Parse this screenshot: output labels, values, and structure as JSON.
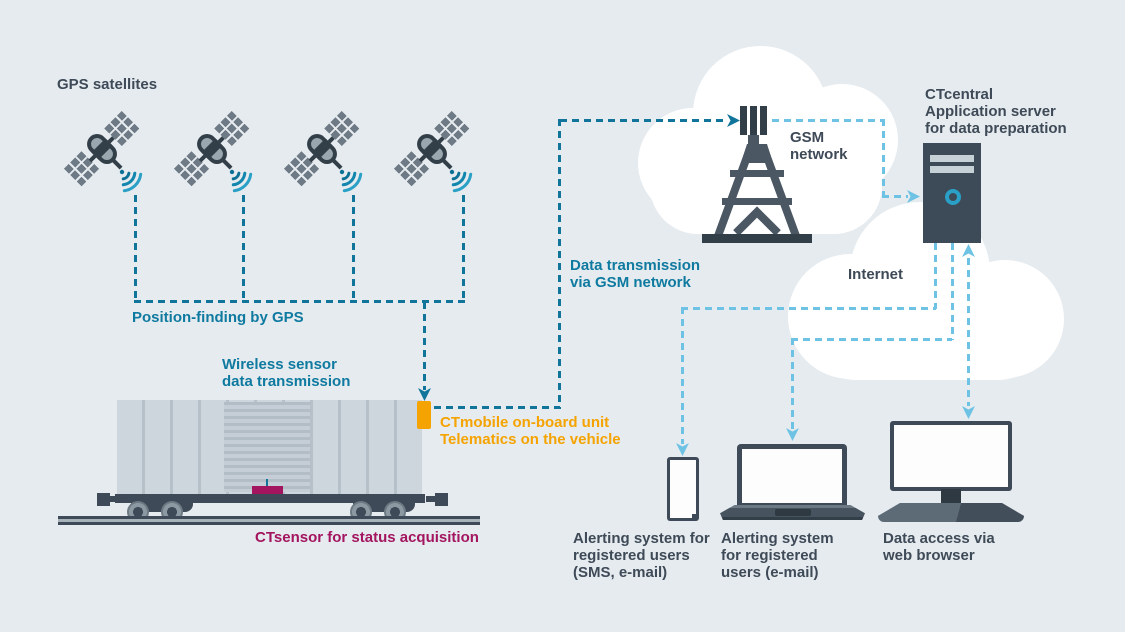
{
  "title": "GPS / GSM rail telematics system diagram",
  "colors": {
    "background": "#e6ebef",
    "teal_line": "#11749b",
    "teal_text": "#0f7aa0",
    "light_blue_line": "#6ec3e4",
    "orange": "#f5a300",
    "magenta": "#a3155f",
    "dark_slate": "#3e4a57",
    "cloud_white": "#ffffff"
  },
  "icons": [
    "satellite-icon",
    "wifi-signal-icon",
    "freight-car-icon",
    "sensor-icon",
    "onboard-unit-icon",
    "gsm-tower-icon",
    "cloud-icon",
    "server-icon",
    "smartphone-icon",
    "laptop-icon",
    "desktop-icon",
    "arrow-icon"
  ],
  "labels": {
    "gps_satellites": "GPS satellites",
    "position_finding": "Position-finding by GPS",
    "wireless_sensor": [
      "Wireless sensor",
      "data transmission"
    ],
    "ctmobile": [
      "CTmobile on-board unit",
      "Telematics on the vehicle"
    ],
    "ctsensor": "CTsensor for status acquisition",
    "gsm_transmission": [
      "Data transmission",
      "via GSM network"
    ],
    "gsm_cloud": [
      "GSM",
      "network"
    ],
    "internet": "Internet",
    "ctcentral": [
      "CTcentral",
      "Application server",
      "for data preparation"
    ],
    "phone": [
      "Alerting system for",
      "registered users",
      "(SMS, e-mail)"
    ],
    "laptop": [
      "Alerting system",
      "for registered",
      "users (e-mail)"
    ],
    "desktop": [
      "Data access via",
      "web browser"
    ]
  }
}
